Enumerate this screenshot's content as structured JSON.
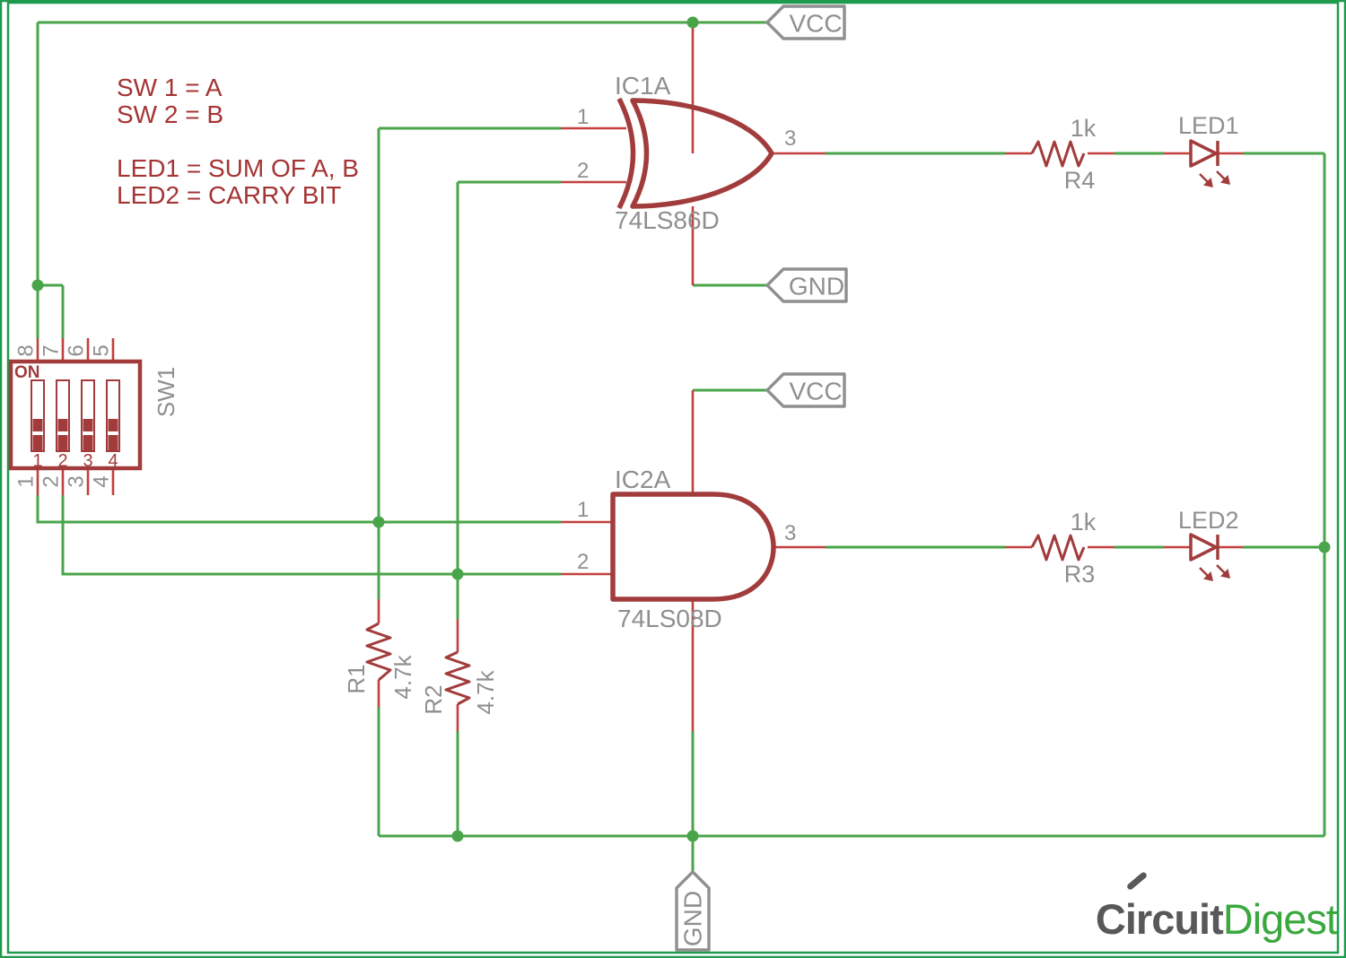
{
  "notes": [
    "SW 1 = A",
    "SW 2 = B",
    "LED1 = SUM OF A, B",
    "LED2 = CARRY BIT"
  ],
  "gates": {
    "xor": {
      "name": "IC1A",
      "part": "74LS86D",
      "pins": [
        "1",
        "2",
        "3"
      ]
    },
    "and": {
      "name": "IC2A",
      "part": "74LS08D",
      "pins": [
        "1",
        "2",
        "3"
      ]
    }
  },
  "flags": {
    "vcc_top": "VCC",
    "gnd_xor": "GND",
    "vcc_and": "VCC",
    "gnd_bottom": "GND"
  },
  "dip": {
    "ref": "SW1",
    "on": "ON",
    "positions": [
      "1",
      "2",
      "3",
      "4"
    ],
    "pins_top": [
      "8",
      "7",
      "6",
      "5"
    ],
    "pins_bottom": [
      "1",
      "2",
      "3",
      "4"
    ]
  },
  "resistors": {
    "r1": {
      "ref": "R1",
      "value": "4.7k"
    },
    "r2": {
      "ref": "R2",
      "value": "4.7k"
    },
    "r3": {
      "ref": "R3",
      "value": "1k"
    },
    "r4": {
      "ref": "R4",
      "value": "1k"
    }
  },
  "leds": {
    "led1": "LED1",
    "led2": "LED2"
  },
  "logo": {
    "part1": "Circuit",
    "part2": "Digest"
  },
  "colors": {
    "wire_green": "#4aa54a",
    "border_green": "#1f9a4e",
    "symbol_maroon": "#a23c3c",
    "net_red": "#c2403e",
    "label_gray": "#8f8f8f",
    "note_red": "#a53434",
    "logo_gray": "#57585a",
    "logo_green": "#3aa83f"
  }
}
